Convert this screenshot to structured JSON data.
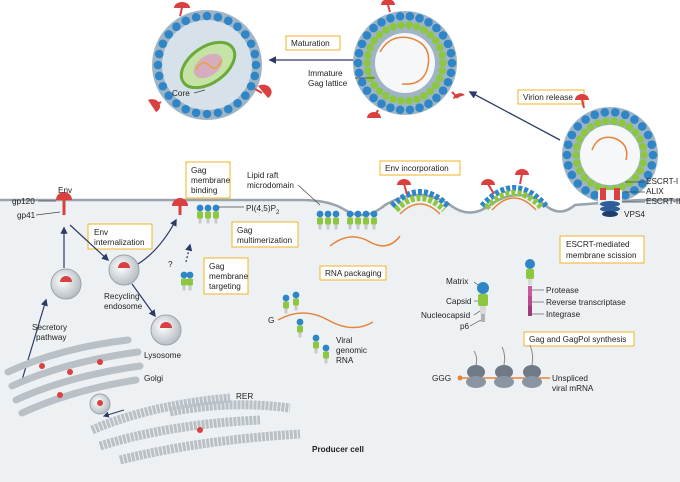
{
  "labels": {
    "maturation": "Maturation",
    "core": "Core",
    "immature_1": "Immature",
    "immature_2": "Gag lattice",
    "virion_release": "Virion release",
    "env": "Env",
    "gp120": "gp120",
    "gp41": "gp41",
    "env_internalization_1": "Env",
    "env_internalization_2": "internalization",
    "recycling_1": "Recycling",
    "recycling_2": "endosome",
    "question": "?",
    "gag_binding_1": "Gag",
    "gag_binding_2": "membrane",
    "gag_binding_3": "binding",
    "lipid_raft_1": "Lipid raft",
    "lipid_raft_2": "microdomain",
    "pip2": "PI(4,5)P",
    "pip2_sub": "2",
    "gag_multi_1": "Gag",
    "gag_multi_2": "multimerization",
    "gag_targeting_1": "Gag",
    "gag_targeting_2": "membrane",
    "gag_targeting_3": "targeting",
    "rna_packaging": "RNA packaging",
    "env_incorporation": "Env incorporation",
    "escrt1": "ESCRT-I",
    "alix": "ALIX",
    "escrt3": "ESCRT-III",
    "vps4": "VPS4",
    "escrt_med_1": "ESCRT-mediated",
    "escrt_med_2": "membrane scission",
    "secretory_1": "Secretory",
    "secretory_2": "pathway",
    "lysosome": "Lysosome",
    "golgi": "Golgi",
    "g_label": "G",
    "viral_rna_1": "Viral",
    "viral_rna_2": "genomic",
    "viral_rna_3": "RNA",
    "matrix": "Matrix",
    "capsid": "Capsid",
    "nucleocapsid": "Nucleocapsid",
    "p6": "p6",
    "protease": "Protease",
    "rt": "Reverse transcriptase",
    "integrase": "Integrase",
    "gag_gagpol": "Gag and GagPol synthesis",
    "ggg": "GGG",
    "unspliced_1": "Unspliced",
    "unspliced_2": "viral mRNA",
    "rer": "RER",
    "producer_cell": "Producer cell"
  },
  "colors": {
    "cytoplasm": "#eef1f3",
    "membrane": "#9aa3ab",
    "gag_blue": "#2e86c9",
    "gag_green": "#8dc63f",
    "env_red": "#d9403f",
    "rna_orange": "#e8833a",
    "box_border": "#f0b323",
    "arrow": "#2b3a67",
    "organelle": "#b9c0c6"
  }
}
